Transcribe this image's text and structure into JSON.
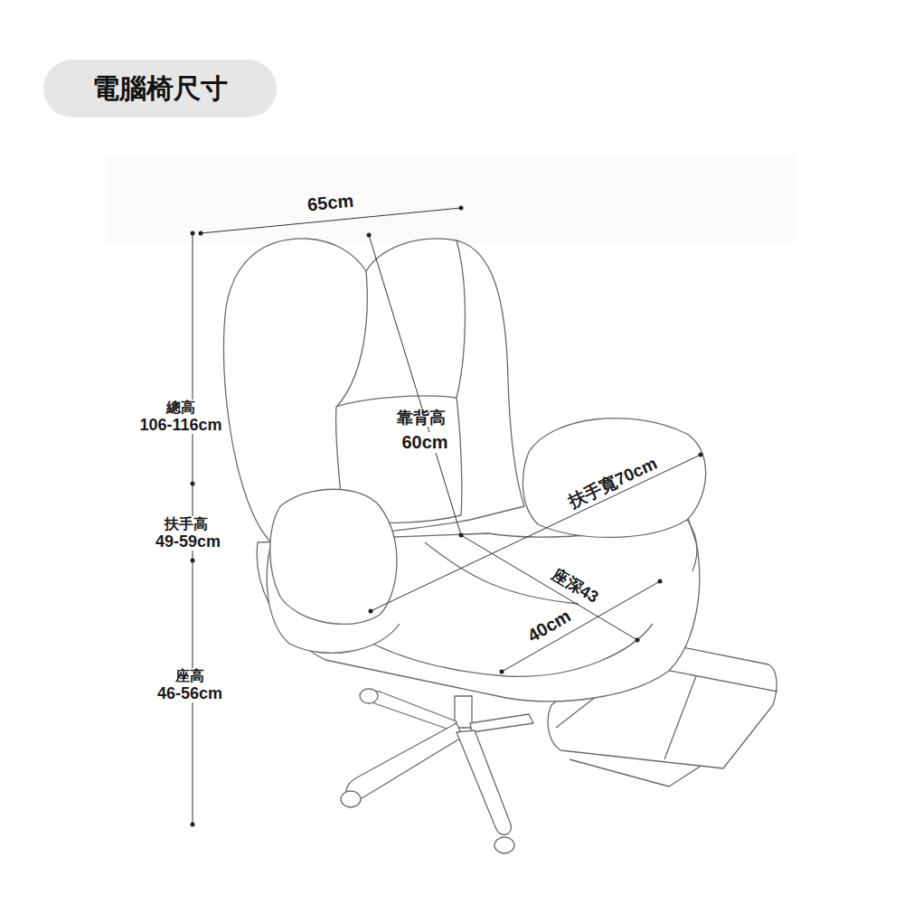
{
  "diagram": {
    "title": "電腦椅尺寸",
    "labels": [
      "65cm",
      "靠背高",
      "60cm",
      "扶手寬70cm",
      "總高",
      "106-116cm",
      "扶手高",
      "49-59cm",
      "座深43",
      "40cm",
      "座高",
      "46-56cm"
    ]
  }
}
